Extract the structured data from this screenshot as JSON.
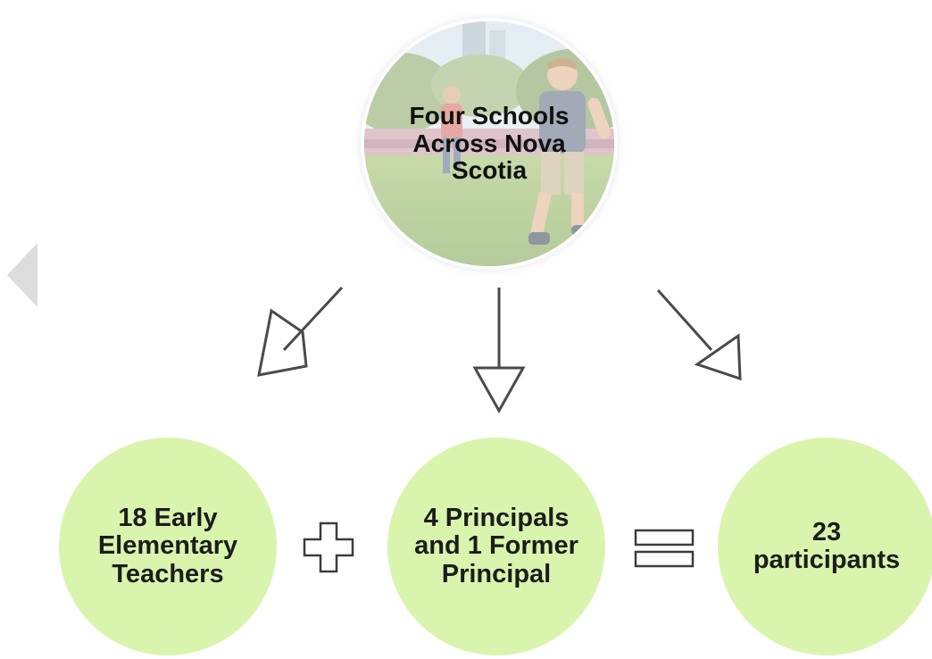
{
  "top_circle": {
    "label": "Four Schools\nAcross Nova\nScotia",
    "photo_icon": "children-running-photo"
  },
  "results": [
    {
      "label": "18 Early\nElementary\nTeachers"
    },
    {
      "label": "4 Principals\nand 1 Former\nPrincipal"
    },
    {
      "label": "23\nparticipants"
    }
  ],
  "operators": {
    "plus_icon": "plus-icon",
    "equals_icon": "equals-icon"
  },
  "colors": {
    "result_fill": "#d9f5ad",
    "arrow_stroke": "#4a4a4a",
    "nav_arrow": "#dcdcdc"
  }
}
